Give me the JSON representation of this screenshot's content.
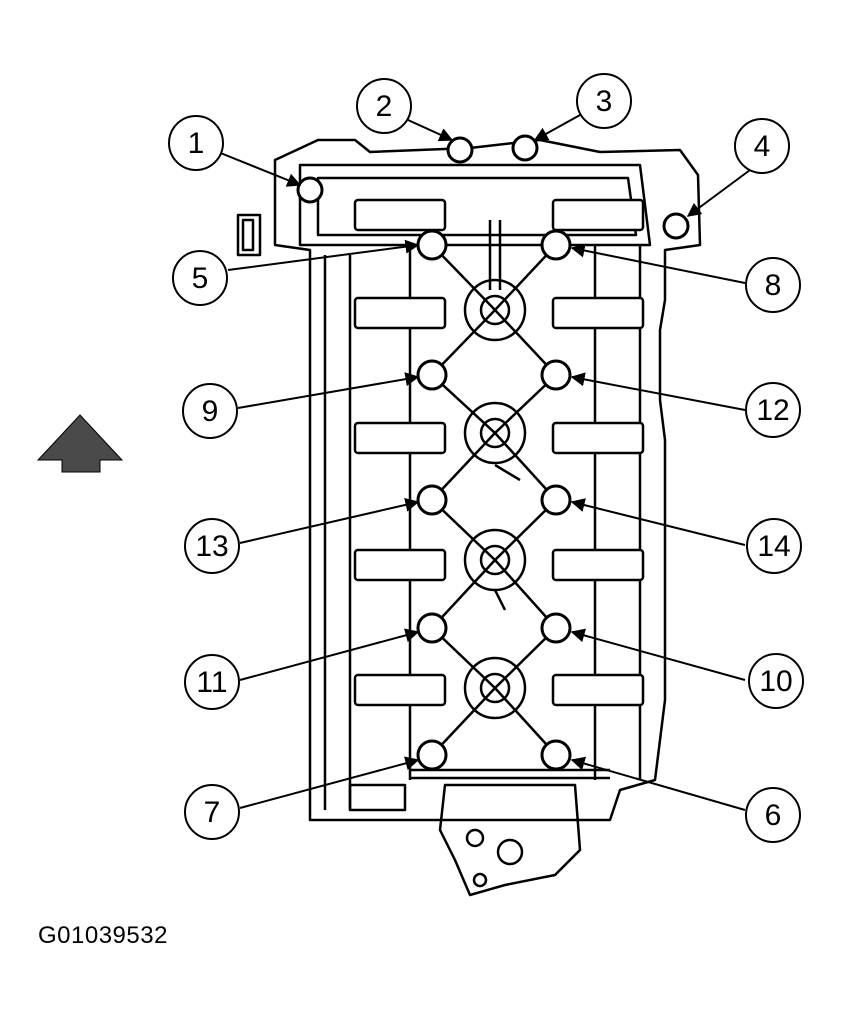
{
  "figure_id": "G01039532",
  "callouts": [
    "1",
    "2",
    "3",
    "4",
    "5",
    "6",
    "7",
    "8",
    "9",
    "10",
    "11",
    "12",
    "13",
    "14"
  ],
  "icons": {
    "direction": "front-direction-arrow-icon"
  },
  "colors": {
    "ink": "#000000",
    "paper": "#ffffff",
    "arrow": "#4a4a4a"
  }
}
